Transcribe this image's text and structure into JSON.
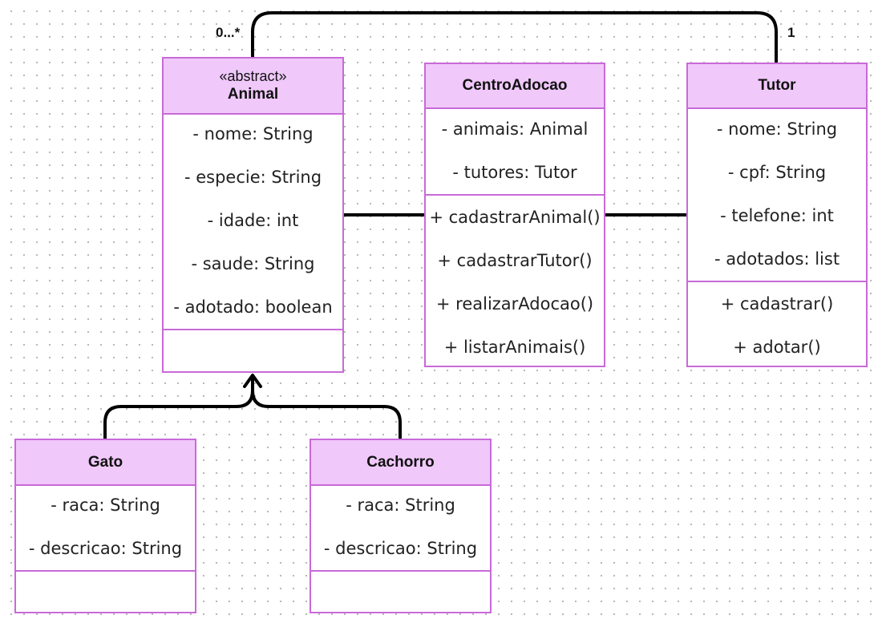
{
  "classes": {
    "animal": {
      "stereotype": "«abstract»",
      "name": "Animal",
      "attributes": [
        "- nome: String",
        "- especie: String",
        "- idade: int",
        "- saude: String",
        "- adotado: boolean"
      ],
      "methods": []
    },
    "centro": {
      "name": "CentroAdocao",
      "attributes": [
        "- animais: Animal",
        "- tutores: Tutor"
      ],
      "methods": [
        "+ cadastrarAnimal()",
        "+ cadastrarTutor()",
        "+ realizarAdocao()",
        "+ listarAnimais()"
      ]
    },
    "tutor": {
      "name": "Tutor",
      "attributes": [
        "- nome: String",
        "- cpf: String",
        "- telefone: int",
        "- adotados: list"
      ],
      "methods": [
        "+ cadastrar()",
        "+ adotar()"
      ]
    },
    "gato": {
      "name": "Gato",
      "attributes": [
        "- raca: String",
        "- descricao: String"
      ],
      "methods": []
    },
    "cachorro": {
      "name": "Cachorro",
      "attributes": [
        "- raca: String",
        "- descricao: String"
      ],
      "methods": []
    }
  },
  "multiplicities": {
    "animal_end": "0...*",
    "tutor_end": "1"
  },
  "colors": {
    "border": "#c86ad8",
    "header_fill": "#f0c8fa",
    "edge": "#000000"
  }
}
